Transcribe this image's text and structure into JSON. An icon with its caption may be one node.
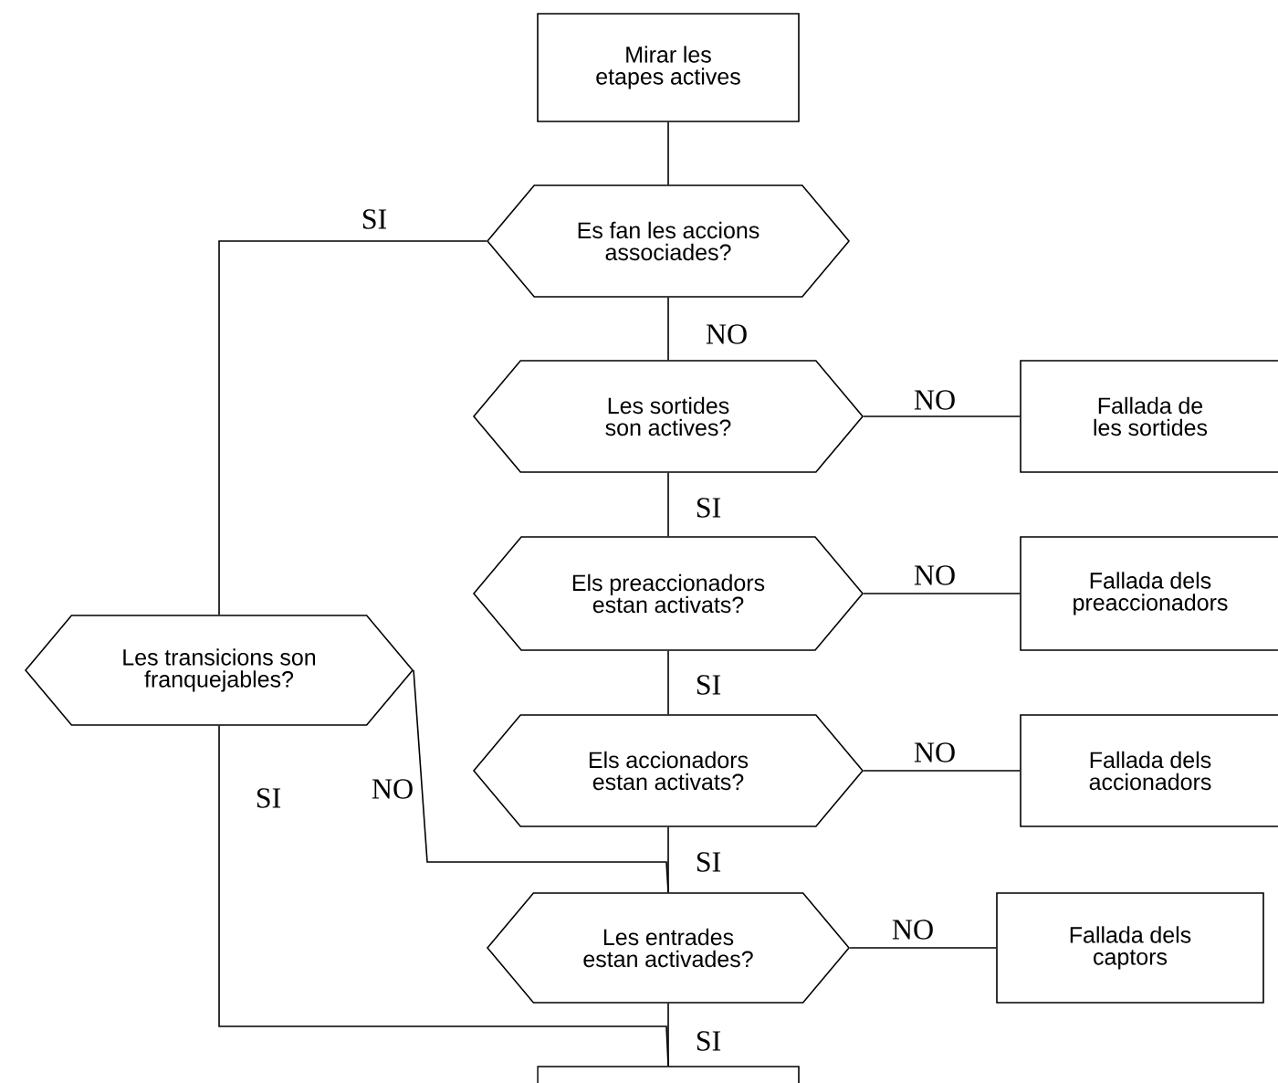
{
  "diagram": {
    "nodes": [
      {
        "text": [
          "Mirar les etapes actives"
        ]
      },
      {
        "text": [
          "Es fan les accions associades?"
        ]
      },
      {
        "text": [
          "Les sortides son actives?"
        ]
      },
      {
        "text": [
          "Fallada de les sortides"
        ]
      },
      {
        "text": [
          "Els preaccionadors estan activats?"
        ]
      },
      {
        "text": [
          "Fallada dels preaccionadors"
        ]
      },
      {
        "text": [
          "Els accionadors estan activats?"
        ]
      },
      {
        "text": [
          "Fallada dels accionadors"
        ]
      },
      {
        "text": [
          "Les entrades estan activades?"
        ]
      },
      {
        "text": [
          "Fallada dels captors"
        ]
      },
      {
        "text": [
          "Les transicions son franquejables?"
        ]
      },
      {
        "text": [],
        "shape": "box"
      }
    ],
    "edges": [
      {
        "from": 0,
        "to": 1,
        "arrow": "none"
      },
      {
        "from": 1,
        "to": 10,
        "arrow": "none",
        "label": "SI"
      },
      {
        "from": 1,
        "to": 2,
        "arrow": "none",
        "label": "NO"
      },
      {
        "from": 2,
        "to": 3,
        "arrow": "none",
        "label": "NO"
      },
      {
        "from": 2,
        "to": 4,
        "arrow": "none",
        "label": "SI"
      },
      {
        "from": 4,
        "to": 5,
        "arrow": "none",
        "label": "NO"
      },
      {
        "from": 4,
        "to": 6,
        "arrow": "none",
        "label": "SI"
      },
      {
        "from": 6,
        "to": 7,
        "arrow": "none",
        "label": "NO"
      },
      {
        "from": 10,
        "to": 8,
        "arrow": "none",
        "label": "NO"
      },
      {
        "from": 6,
        "to": 8,
        "arrow": "none",
        "label": "SI"
      },
      {
        "from": 8,
        "to": 9,
        "arrow": "none",
        "label": "NO"
      },
      {
        "from": 10,
        "to": 11,
        "arrow": "none",
        "label": "SI"
      },
      {
        "from": 8,
        "to": 11,
        "arrow": "none",
        "label": "SI"
      }
    ]
  }
}
